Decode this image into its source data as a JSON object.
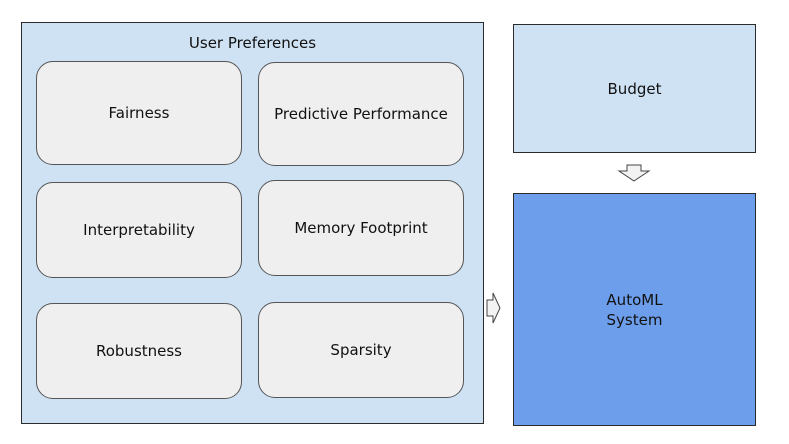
{
  "user_preferences": {
    "title": "User Preferences",
    "items": [
      "Fairness",
      "Predictive Performance",
      "Interpretability",
      "Memory Footprint",
      "Robustness",
      "Sparsity"
    ]
  },
  "budget": {
    "label": "Budget"
  },
  "automl_system": {
    "line1": "AutoML",
    "line2": "System"
  },
  "colors": {
    "panel_fill": "#cfe2f3",
    "pref_fill": "#efefef",
    "automl_fill": "#6d9eeb"
  }
}
